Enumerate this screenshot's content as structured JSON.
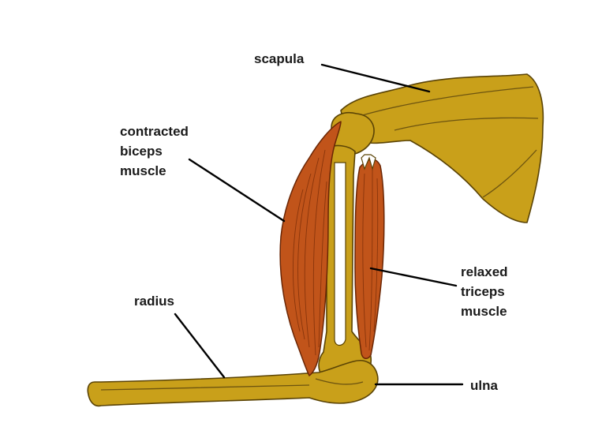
{
  "labels": {
    "scapula": "scapula",
    "biceps_line1": "contracted",
    "biceps_line2": "biceps",
    "biceps_line3": "muscle",
    "radius": "radius",
    "triceps_line1": "relaxed",
    "triceps_line2": "triceps",
    "triceps_line3": "muscle",
    "ulna": "ulna"
  },
  "colors": {
    "bone": "#c9a01a",
    "muscle": "#c1541a",
    "leader_lines": "#000000",
    "background": "#ffffff"
  }
}
